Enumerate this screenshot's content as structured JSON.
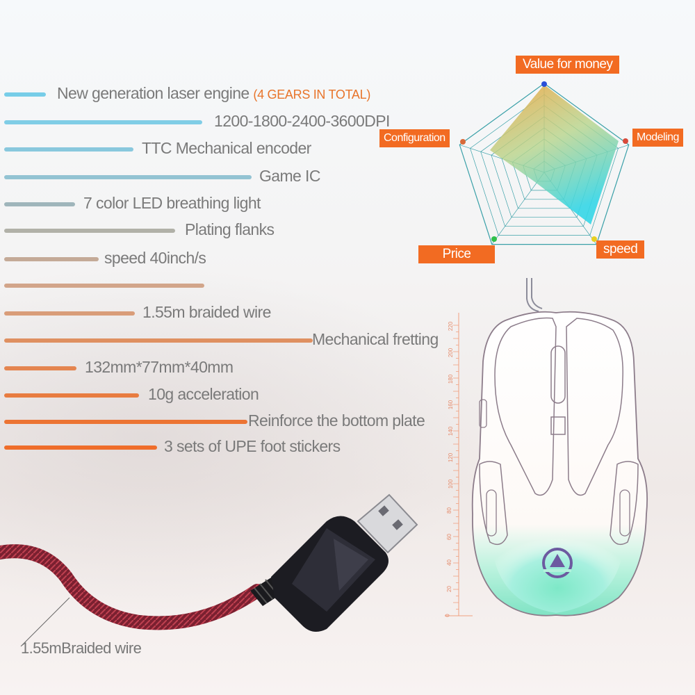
{
  "features": [
    {
      "text": "New generation laser engine",
      "note": "(4 GEARS IN TOTAL)",
      "color": "#77cde8"
    },
    {
      "text": "1200-1800-2400-3600DPI",
      "note": "",
      "color": "#80cde6"
    },
    {
      "text": "TTC Mechanical encoder",
      "note": "",
      "color": "#89c8dd"
    },
    {
      "text": "Game IC",
      "note": "",
      "color": "#93c3d3"
    },
    {
      "text": "7 color LED breathing light",
      "note": "",
      "color": "#9fb5bb"
    },
    {
      "text": "Plating flanks",
      "note": "",
      "color": "#b1b1a8"
    },
    {
      "text": "speed 40inch/s",
      "note": "",
      "color": "#c4aa97"
    },
    {
      "text": "",
      "note": "",
      "color": "#d2a58a"
    },
    {
      "text": "1.55m braided wire",
      "note": "",
      "color": "#d99d79"
    },
    {
      "text": "Mechanical fretting",
      "note": "",
      "color": "#df9061"
    },
    {
      "text": "132mm*77mm*40mm",
      "note": "",
      "color": "#e48550"
    },
    {
      "text": "10g acceleration",
      "note": "",
      "color": "#e87c40"
    },
    {
      "text": "Reinforce the bottom plate",
      "note": "",
      "color": "#ec7433"
    },
    {
      "text": "3 sets of UPE foot stickers",
      "note": "",
      "color": "#ef6d2a"
    }
  ],
  "radar": {
    "labels": {
      "top": "Value for money",
      "right": "Modeling",
      "bottom_right": "speed",
      "bottom_left": "Price",
      "left": "Configuration"
    },
    "accent": "#f26b22"
  },
  "ruler": {
    "ticks": [
      "220",
      "200",
      "180",
      "160",
      "140",
      "120",
      "100",
      "80",
      "60",
      "40",
      "20",
      "0"
    ]
  },
  "wire_label": "1.55mBraided wire"
}
